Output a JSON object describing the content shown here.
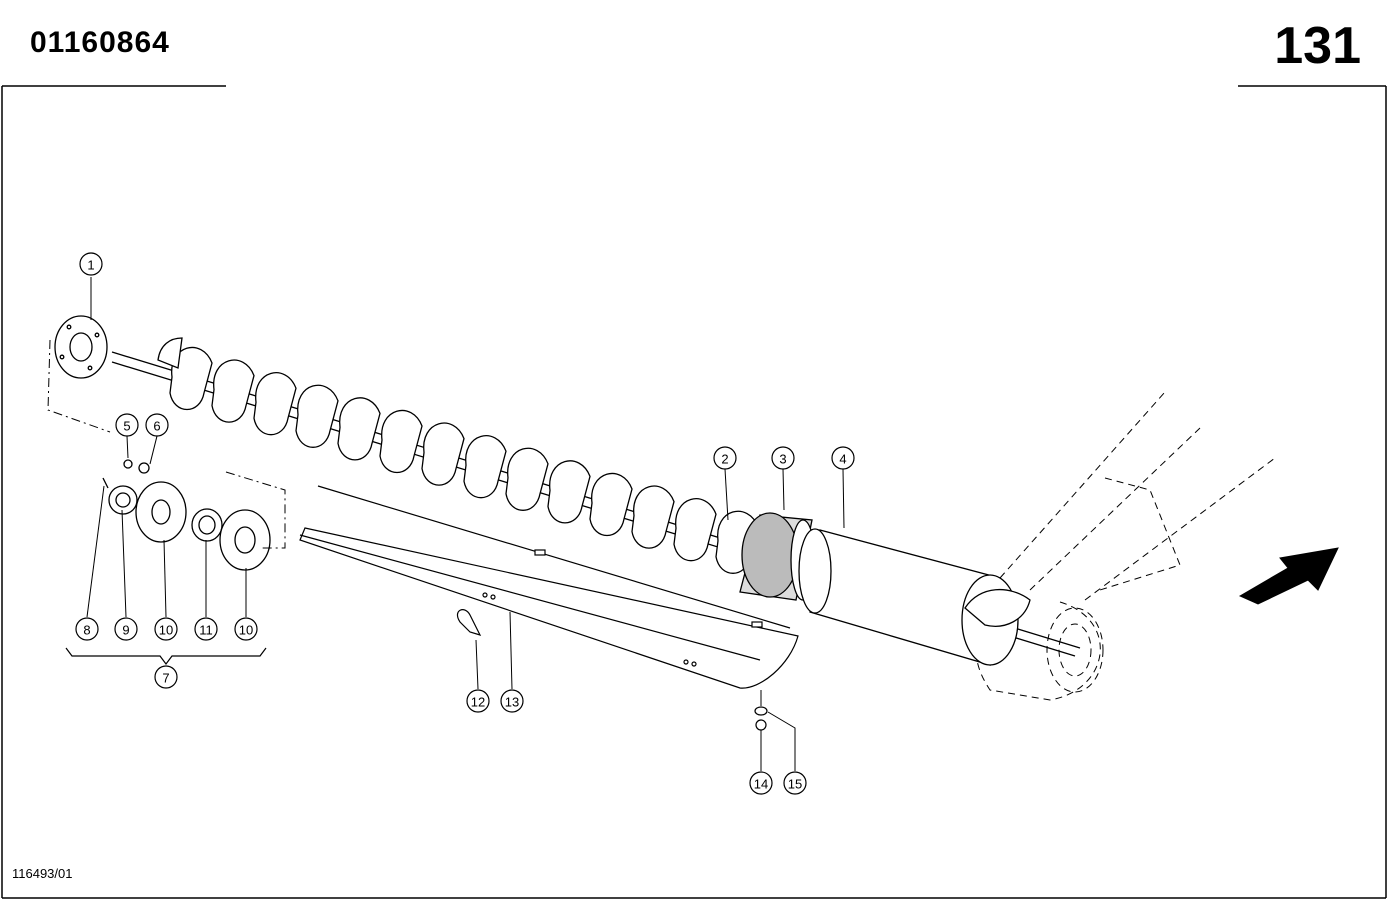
{
  "header": {
    "document_number": "01160864",
    "page_number": "131"
  },
  "footer": {
    "drawing_reference": "116493/01"
  },
  "callouts": [
    {
      "id": "1",
      "label": "1"
    },
    {
      "id": "2",
      "label": "2"
    },
    {
      "id": "3",
      "label": "3"
    },
    {
      "id": "4",
      "label": "4"
    },
    {
      "id": "5",
      "label": "5"
    },
    {
      "id": "6",
      "label": "6"
    },
    {
      "id": "7",
      "label": "7"
    },
    {
      "id": "8",
      "label": "8"
    },
    {
      "id": "9",
      "label": "9"
    },
    {
      "id": "10a",
      "label": "10"
    },
    {
      "id": "11",
      "label": "11"
    },
    {
      "id": "10b",
      "label": "10"
    },
    {
      "id": "12",
      "label": "12"
    },
    {
      "id": "13",
      "label": "13"
    },
    {
      "id": "14",
      "label": "14"
    },
    {
      "id": "15",
      "label": "15"
    }
  ],
  "icons": {
    "direction_arrow": "direction-arrow-icon"
  }
}
